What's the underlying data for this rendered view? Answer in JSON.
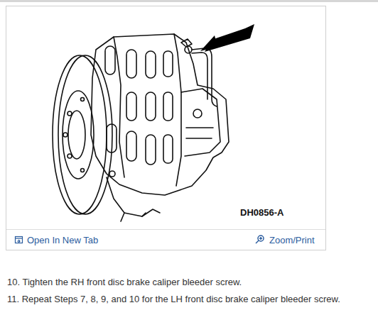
{
  "diagram": {
    "labels": [
      "DH0856-A",
      "Open In New Tab",
      "Zoom/Print",
      "10. Tighten the RH front disc brake caliper bleeder screw.",
      "11. Repeat Steps 7, 8, 9, and 10 for the LH front disc brake caliper bleeder screw."
    ]
  }
}
